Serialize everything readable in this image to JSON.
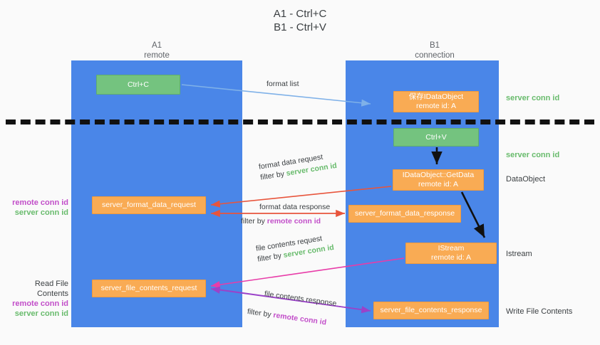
{
  "title": {
    "line1": "A1 - Ctrl+C",
    "line2": "B1 - Ctrl+V"
  },
  "columns": {
    "a1": {
      "name": "A1",
      "role": "remote"
    },
    "b1": {
      "name": "B1",
      "role": "connection"
    }
  },
  "boxes": {
    "ctrl_c": {
      "line1": "Ctrl+C",
      "line2": "",
      "color": "#74c37f"
    },
    "idataobject": {
      "line1": "保存IDataObject",
      "line2": "remote id: A",
      "color": "#f9ab54"
    },
    "ctrl_v": {
      "line1": "Ctrl+V",
      "line2": "",
      "color": "#74c37f"
    },
    "getdata": {
      "line1": "IDataObject::GetData",
      "line2": "remote id: A",
      "color": "#f9ab54"
    },
    "server_format_data_request": {
      "line1": "server_format_data_request",
      "line2": "",
      "color": "#f9ab54"
    },
    "server_format_data_response": {
      "line1": "server_format_data_response",
      "line2": "",
      "color": "#f9ab54"
    },
    "istream": {
      "line1": "IStream",
      "line2": "remote id: A",
      "color": "#f9ab54"
    },
    "server_file_contents_request": {
      "line1": "server_file_contents_request",
      "line2": "",
      "color": "#f9ab54"
    },
    "server_file_contents_response": {
      "line1": "server_file_contents_response",
      "line2": "",
      "color": "#f9ab54"
    }
  },
  "edges": {
    "format_list": "format list",
    "format_data_request": "format data request",
    "format_data_request_filter_prefix": "filter by ",
    "format_data_request_filter_value": "server conn id",
    "format_data_response": "format data response",
    "format_data_response_filter_prefix": "filter by ",
    "format_data_response_filter_value": "remote conn id",
    "file_contents_request": "file contents request",
    "file_contents_request_filter_prefix": "filter by ",
    "file_contents_request_filter_value": "server conn id",
    "file_contents_response": "file contents response",
    "file_contents_response_filter_prefix": "filter by ",
    "file_contents_response_filter_value": "remote conn id"
  },
  "side_labels": {
    "server_conn_id_top": "server conn id",
    "server_conn_id_mid": "server conn id",
    "dataobject": "DataObject",
    "istream": "Istream",
    "write_file_contents": "Write File Contents",
    "read_file_contents": "Read File Contents",
    "remote_conn_id_a": "remote conn id",
    "server_conn_id_a": "server conn id",
    "remote_conn_id_b": "remote conn id",
    "server_conn_id_b": "server conn id"
  },
  "colors": {
    "lane": "#4a86e8",
    "green_box": "#74c37f",
    "orange_box": "#f9ab54",
    "green_text": "#68bb6c",
    "purple_text": "#c24ec9",
    "blue_arrow": "#7fb1e8",
    "red_arrow": "#e8553c",
    "magenta_arrow": "#e83ca8",
    "purple_arrow": "#9b42c9",
    "black_arrow": "#111111",
    "background": "#fafafa"
  }
}
